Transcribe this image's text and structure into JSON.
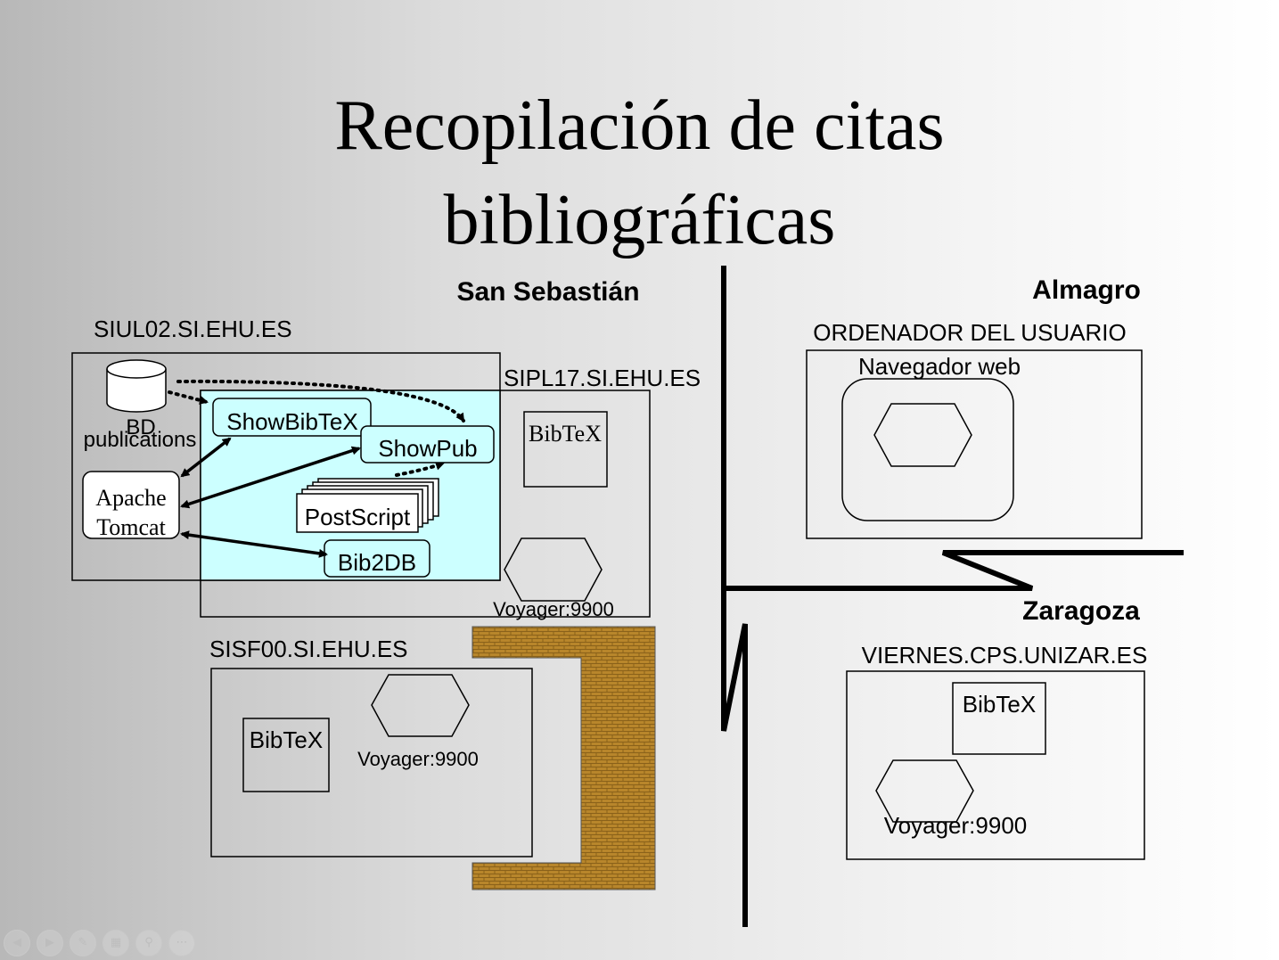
{
  "title": {
    "line1": "Recopilación de citas",
    "line2": "bibliográficas"
  },
  "regions": {
    "san_sebastian": "San Sebastián",
    "almagro": "Almagro",
    "zaragoza": "Zaragoza"
  },
  "hosts": {
    "siul02": "SIUL02.SI.EHU.ES",
    "sipl17": "SIPL17.SI.EHU.ES",
    "sisf00": "SISF00.SI.EHU.ES",
    "ordenador": "ORDENADOR DEL USUARIO",
    "viernes": "VIERNES.CPS.UNIZAR.ES"
  },
  "components": {
    "bd_label_1": "BD",
    "bd_label_2": "publications",
    "show_bibtex": "ShowBibTeX",
    "show_pub": "ShowPub",
    "postscript": "PostScript",
    "bib2db": "Bib2DB",
    "apache_1": "Apache",
    "apache_2": "Tomcat",
    "navegador": "Navegador web",
    "bibtex_sipl17": "BibTeX",
    "voyager_sipl17": "Voyager:9900",
    "bibtex_sisf00": "BibTeX",
    "voyager_sisf00": "Voyager:9900",
    "bibtex_viernes": "BibTeX",
    "voyager_viernes": "Voyager:9900"
  },
  "colors": {
    "cyan_panel": "#ccffff",
    "firewall_brick": "#b8862b",
    "line": "#000000"
  },
  "controls": [
    "prev-icon",
    "next-icon",
    "pen-icon",
    "slides-icon",
    "zoom-icon",
    "more-icon"
  ]
}
